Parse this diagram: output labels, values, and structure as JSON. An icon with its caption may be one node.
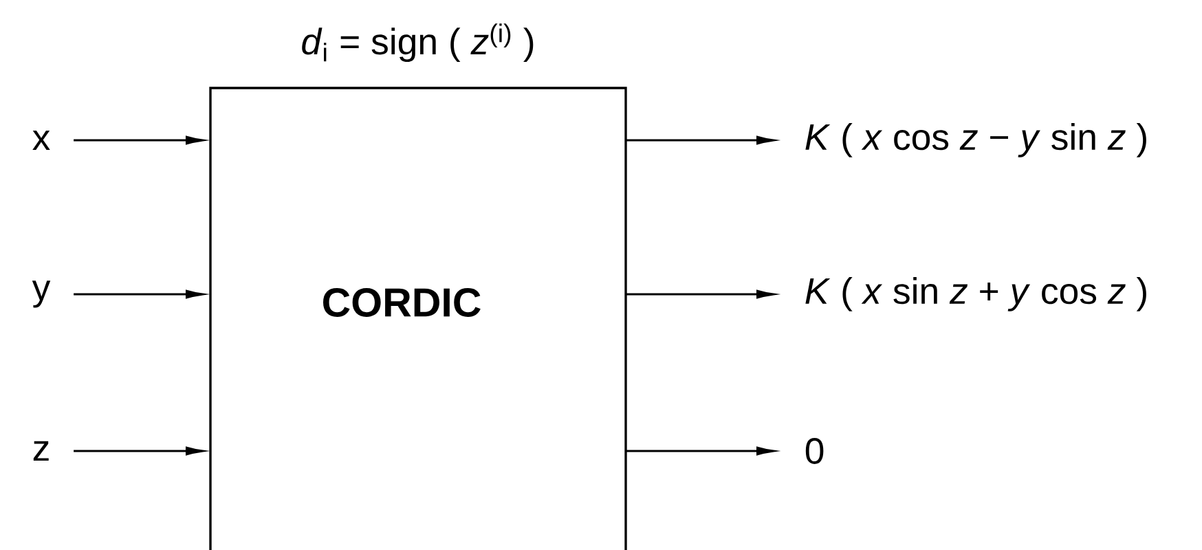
{
  "diagram": {
    "nodes": [
      {
        "text": [
          "*d*$_{i}$ = sign ( *z*$^{(i)}$ )",
          "**CORDIC**"
        ]
      },
      {
        "text": [
          "x"
        ]
      },
      {
        "text": [
          "y"
        ]
      },
      {
        "text": [
          "z"
        ]
      },
      {
        "text": [
          "*K* ( *x* cos *z* − *y* sin *z* )"
        ]
      },
      {
        "text": [
          "*K* ( *x* sin *z* + *y* cos *z* )"
        ]
      },
      {
        "text": [
          "0"
        ]
      }
    ],
    "edges": [
      {
        "from": 1,
        "to": 0,
        "arrow": "to"
      },
      {
        "from": 2,
        "to": 0,
        "arrow": "to"
      },
      {
        "from": 3,
        "to": 0,
        "arrow": "to"
      },
      {
        "from": 0,
        "to": 4,
        "arrow": "to"
      },
      {
        "from": 0,
        "to": 5,
        "arrow": "to"
      },
      {
        "from": 0,
        "to": 6,
        "arrow": "to"
      }
    ]
  }
}
